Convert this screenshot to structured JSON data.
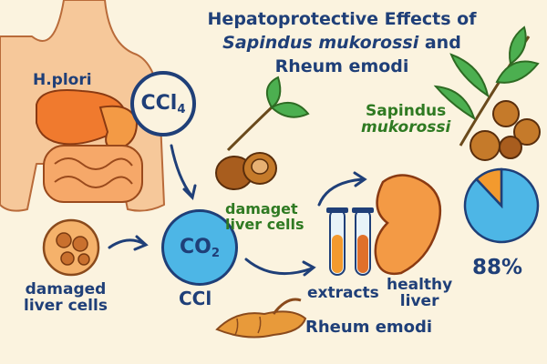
{
  "title": {
    "line1": "Hepatoprotective Effects of",
    "line2_italic": "Sapindus mukorossi",
    "line2_rest": " and",
    "line3": "Rheum emodi"
  },
  "labels": {
    "hpylori": "H.plori",
    "ccl4_main": "CCl",
    "ccl4_sub": "4",
    "co2_main": "CO",
    "co2_sub": "2",
    "ccl": "CCl",
    "damaged_left_1": "damaged",
    "damaged_left_2": "liver cells",
    "damaget_1": "damaget",
    "damaget_2": "liver cells",
    "sapindus_1": "Sapindus",
    "sapindus_2": "mukorossi",
    "extracts": "extracts",
    "healthy_1": "healthy",
    "healthy_2": "liver",
    "rheum": "Rheum emodi",
    "percent": "88%"
  },
  "chart_data": {
    "type": "pie",
    "slices": [
      {
        "value": 88,
        "color": "#4db6e6"
      },
      {
        "value": 12,
        "color": "#f39a2e"
      }
    ]
  },
  "colors": {
    "navy": "#1f3f78",
    "green": "#2f7a22",
    "orange": "#f39a2e",
    "blue": "#4db6e6",
    "background": "#fbf3df"
  }
}
